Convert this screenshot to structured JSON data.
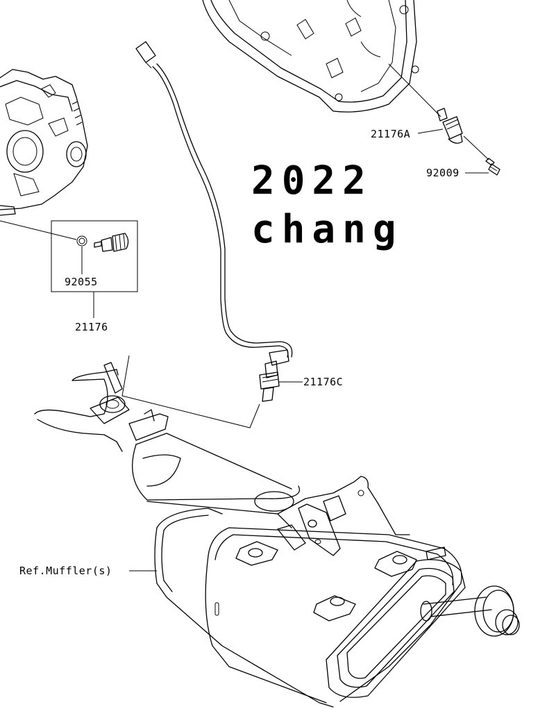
{
  "labels": {
    "l21176A": "21176A",
    "l92009": "92009",
    "l92055": "92055",
    "l21176": "21176",
    "l21176C": "21176C",
    "muffler": "Ref.Muffler(s)"
  },
  "watermark": {
    "year": "2022",
    "name": "chang"
  }
}
